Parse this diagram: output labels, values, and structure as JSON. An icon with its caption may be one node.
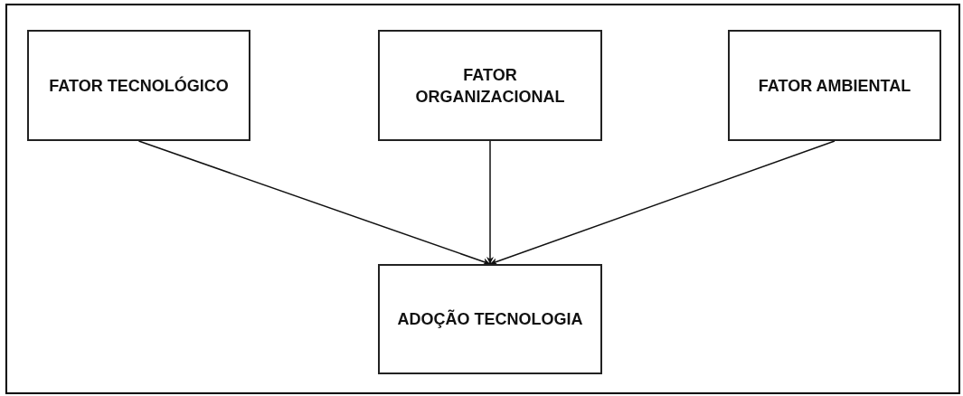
{
  "diagram": {
    "nodes": [
      {
        "text": [
          "FATOR TECNOLÓGICO"
        ]
      },
      {
        "text": [
          "FATOR ORGANIZACIONAL"
        ]
      },
      {
        "text": [
          "FATOR AMBIENTAL"
        ]
      },
      {
        "text": [
          "ADOÇÃO TECNOLOGIA"
        ]
      }
    ],
    "edges": [
      {
        "from": 0,
        "to": 3,
        "arrow": "to"
      },
      {
        "from": 1,
        "to": 3,
        "arrow": "to"
      },
      {
        "from": 2,
        "to": 3,
        "arrow": "to"
      }
    ]
  }
}
